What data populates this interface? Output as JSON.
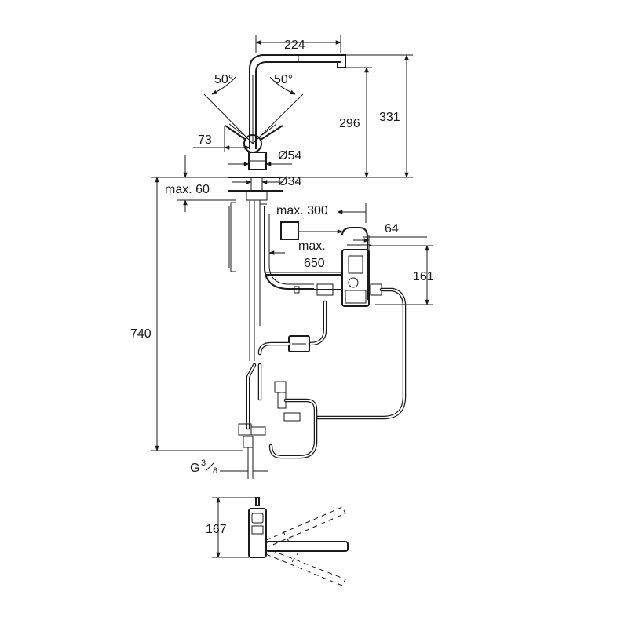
{
  "dimensions": {
    "spout_reach": "224",
    "swivel_left": "50°",
    "swivel_right": "50°",
    "spout_height": "296",
    "total_height": "331",
    "lever_offset": "73",
    "base_diameter": "Ø54",
    "hole_diameter": "Ø34",
    "max_thickness": "max. 60",
    "max_300": "max. 300",
    "width_64": "64",
    "max_650_a": "max.",
    "max_650_b": "650",
    "box_height": "161",
    "below_counter": "740",
    "connection_thread_main": "G",
    "connection_thread_num": "3",
    "connection_thread_den": "8",
    "top_view_depth": "167"
  },
  "colors": {
    "line": "#1a1a1a",
    "background": "#ffffff"
  }
}
